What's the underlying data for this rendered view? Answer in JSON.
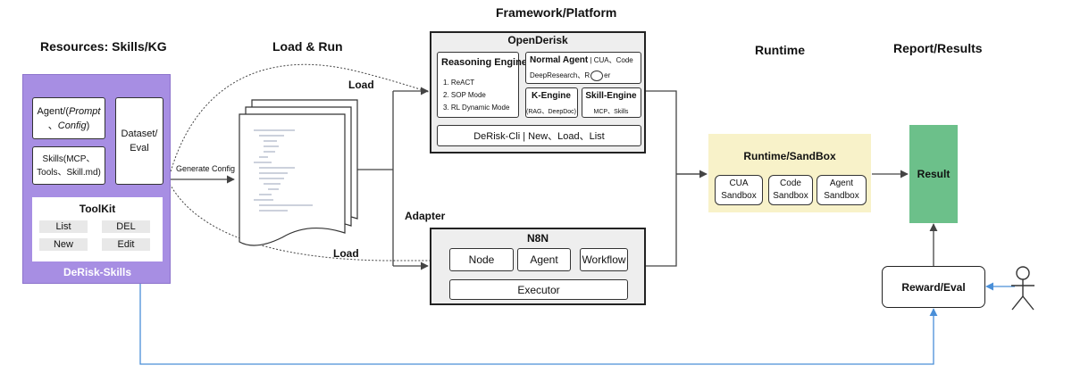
{
  "headers": {
    "resources": "Resources: Skills/KG",
    "load_run": "Load & Run",
    "framework": "Framework/Platform",
    "runtime": "Runtime",
    "report": "Report/Results"
  },
  "resources": {
    "agent_prefix": "Agent/(",
    "agent_prompt": "Prompt",
    "agent_sep": "、",
    "agent_config": "Config",
    "agent_suffix": ")",
    "skills_line1": "Skills(MCP、",
    "skills_line2": "Tools、Skill.md)",
    "dataset_line1": "Dataset/",
    "dataset_line2": "Eval",
    "toolkit_title": "ToolKit",
    "toolkit_items": [
      "List",
      "DEL",
      "New",
      "Edit"
    ],
    "footer": "DeRisk-Skills"
  },
  "edge_labels": {
    "generate_config": "Generate Config",
    "load_top": "Load",
    "load_bottom": "Load",
    "adapter": "Adapter"
  },
  "opendersk": {
    "title": "OpenDerisk",
    "reasoning_title": "Reasoning Engine",
    "reasoning_items": [
      "1. ReACT",
      "2. SOP Mode",
      "3. RL Dynamic Mode"
    ],
    "normal_agent_title": "Normal Agent",
    "normal_agent_desc": " | CUA、Code",
    "normal_agent_line2": "DeepResearch、R",
    "normal_agent_line2_end": "er",
    "kengine_title": "K-Engine",
    "kengine_desc": "(RAG、DeepDoc)",
    "skill_engine_title": "Skill-Engine",
    "skill_engine_desc": "MCP、Skills",
    "cli": "DeRisk-Cli | New、Load、List"
  },
  "n8n": {
    "title": "N8N",
    "node": "Node",
    "agent": "Agent",
    "workflow": "Workflow",
    "executor": "Executor"
  },
  "runtime": {
    "title": "Runtime/SandBox",
    "sandboxes": [
      {
        "line1": "CUA",
        "line2": "Sandbox"
      },
      {
        "line1": "Code",
        "line2": "Sandbox"
      },
      {
        "line1": "Agent",
        "line2": "Sandbox"
      }
    ]
  },
  "result": "Result",
  "reward": "Reward/Eval",
  "colors": {
    "purple": "#a78ee3",
    "green": "#6cc08a",
    "yellow": "#f8f2c9",
    "gray": "#eeeeee",
    "blue": "#4a8fd8"
  }
}
